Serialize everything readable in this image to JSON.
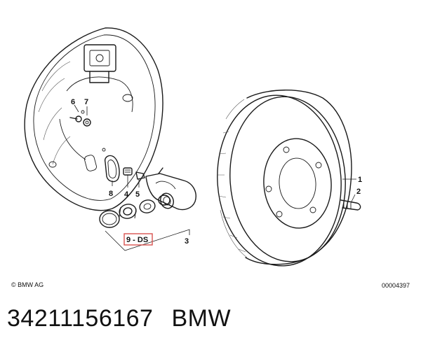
{
  "callouts": {
    "c1": "1",
    "c2": "2",
    "c3": "3",
    "c4": "4",
    "c5": "5",
    "c6": "6",
    "c7": "7",
    "c8": "8",
    "c9": "9 - DS"
  },
  "footer": {
    "copyright": "© BMW AG",
    "reference": "00004397"
  },
  "caption": {
    "part_number": "34211156167",
    "brand": "BMW"
  },
  "colors": {
    "highlight": "#d9534f",
    "line": "#1a1a1a"
  }
}
